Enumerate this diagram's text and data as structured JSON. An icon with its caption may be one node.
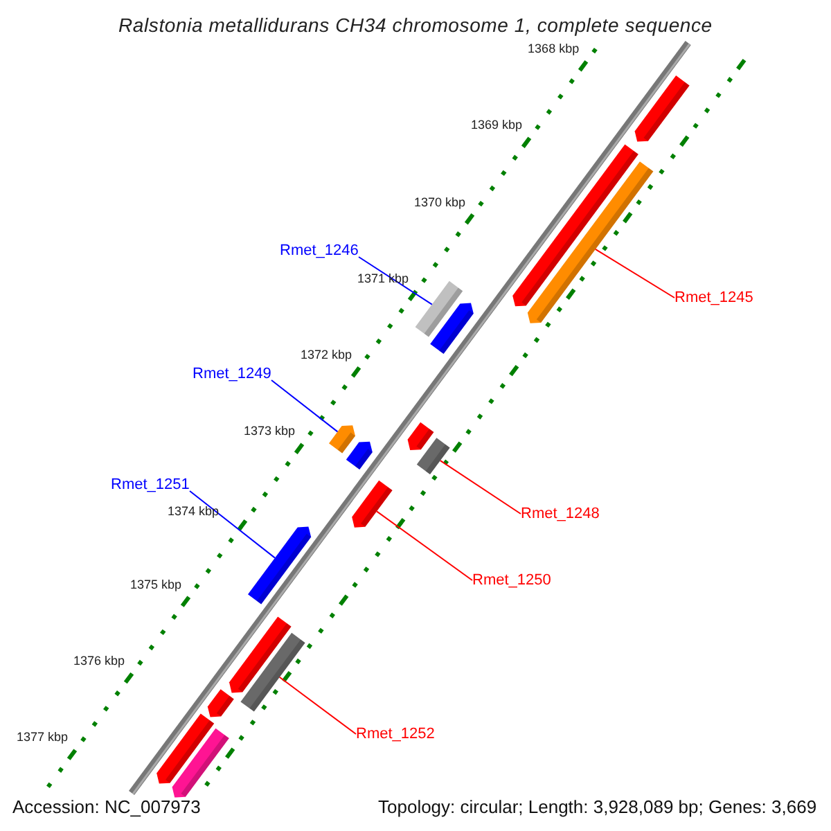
{
  "diagram": {
    "title": "Ralstonia metallidurans CH34 chromosome 1, complete sequence",
    "nodes": [
      {
        "text": [
          "Rmet_1246"
        ]
      },
      {
        "text": [],
        "shape": "bar"
      },
      {
        "text": [
          "Rmet_1245"
        ]
      },
      {
        "text": [],
        "shape": "bar"
      },
      {
        "text": [
          "Rmet_1249"
        ]
      },
      {
        "text": [],
        "shape": "bar"
      },
      {
        "text": [
          "Rmet_1251"
        ]
      },
      {
        "text": [],
        "shape": "bar"
      },
      {
        "text": [
          "Rmet_1248"
        ]
      },
      {
        "text": [],
        "shape": "bar"
      },
      {
        "text": [
          "Rmet_1250"
        ]
      },
      {
        "text": [],
        "shape": "bar"
      },
      {
        "text": [
          "Rmet_1252"
        ]
      },
      {
        "text": [],
        "shape": "bar"
      }
    ],
    "edges": [
      {
        "from": 0,
        "to": 1,
        "arrow": "none",
        "color": "#0000ff"
      },
      {
        "from": 2,
        "to": 3,
        "arrow": "none"
      },
      {
        "from": 4,
        "to": 5,
        "arrow": "none",
        "color": "#0000ff"
      },
      {
        "from": 6,
        "to": 7,
        "arrow": "none",
        "color": "#0000ff"
      },
      {
        "from": 8,
        "to": 9,
        "arrow": "none"
      },
      {
        "from": 10,
        "to": 11,
        "arrow": "none"
      },
      {
        "from": 12,
        "to": 13,
        "arrow": "none"
      }
    ],
    "labels": [
      "1368 kbp",
      "1369 kbp",
      "1370 kbp",
      "1371 kbp",
      "1372 kbp",
      "1373 kbp",
      "1374 kbp",
      "1375 kbp",
      "1376 kbp",
      "1377 kbp",
      "Accession: NC_007973",
      "Topology: circular; Length: 3,928,089 bp; Genes: 3,669"
    ]
  }
}
